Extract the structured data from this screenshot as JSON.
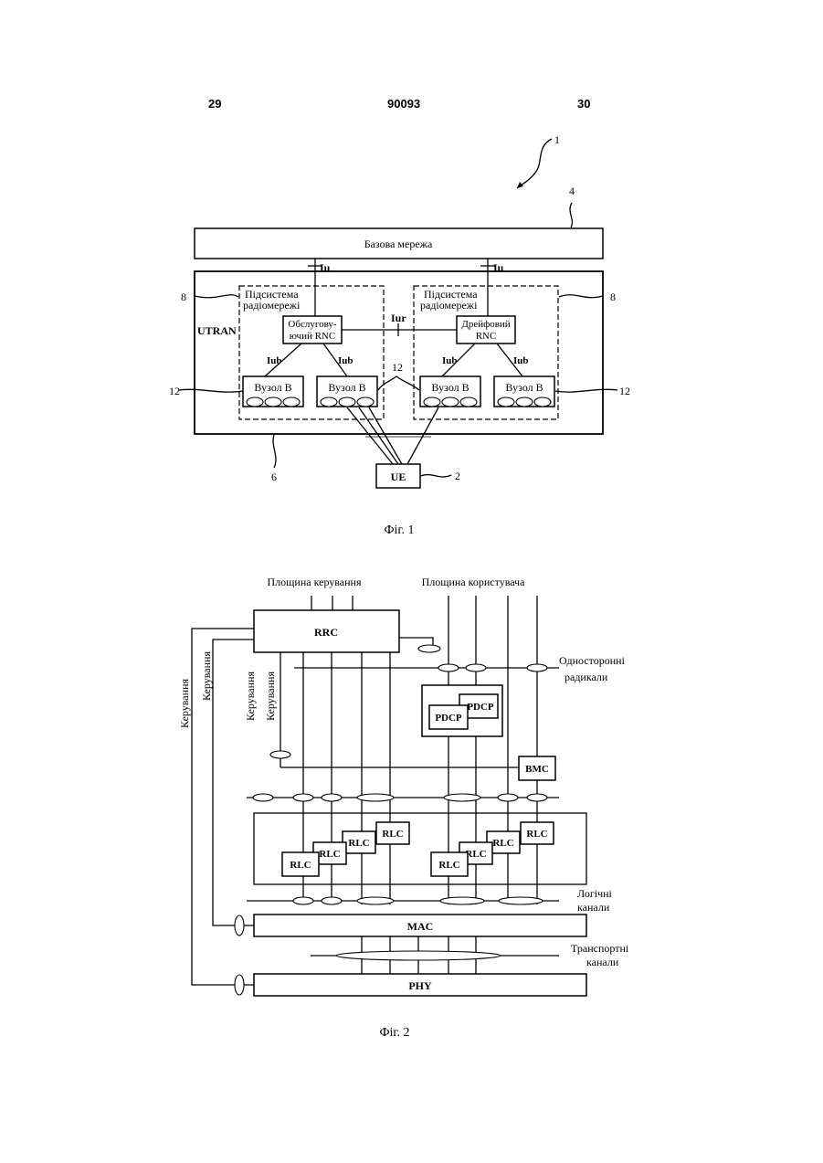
{
  "header": {
    "page_left": "29",
    "doc_number": "90093",
    "page_right": "30"
  },
  "fig1": {
    "ref_system": "1",
    "ref_core": "4",
    "core_network": "Базова мережа",
    "iu_left": "Iu",
    "iu_right": "Iu",
    "ref_rns_left": "8",
    "ref_rns_right": "8",
    "rns_left_line1": "Підсистема",
    "rns_left_line2": "радіомережі",
    "rns_right_line1": "Підсистема",
    "rns_right_line2": "радіомережі",
    "utran": "UTRAN",
    "iur": "Iur",
    "serving_rnc_line1": "Обслугову-",
    "serving_rnc_line2": "ючий RNC",
    "drift_rnc_line1": "Дрейфовий",
    "drift_rnc_line2": "RNC",
    "iub_1": "Iub",
    "iub_2": "Iub",
    "iub_3": "Iub",
    "iub_4": "Iub",
    "node_b_1": "Вузол B",
    "node_b_2": "Вузол B",
    "node_b_3": "Вузол B",
    "node_b_4": "Вузол B",
    "ref_node_left": "12",
    "ref_node_mid": "12",
    "ref_node_right": "12",
    "ref_utran": "6",
    "ue": "UE",
    "ref_ue": "2",
    "caption": "Фіг. 1"
  },
  "fig2": {
    "control_plane": "Площина керування",
    "user_plane": "Площина користувача",
    "rrc": "RRC",
    "control_1": "Керування",
    "control_2": "Керування",
    "control_3": "Керування",
    "control_4": "Керування",
    "unidirectional_line1": "Односторонні",
    "unidirectional_line2": "радикали",
    "pdcp_back": "PDCP",
    "pdcp_front": "PDCP",
    "bmc": "BMC",
    "rlc": "RLC",
    "logical_line1": "Логічні",
    "logical_line2": "канали",
    "mac": "MAC",
    "transport_line1": "Транспортні",
    "transport_line2": "канали",
    "phy": "PHY",
    "caption": "Фіг. 2"
  }
}
